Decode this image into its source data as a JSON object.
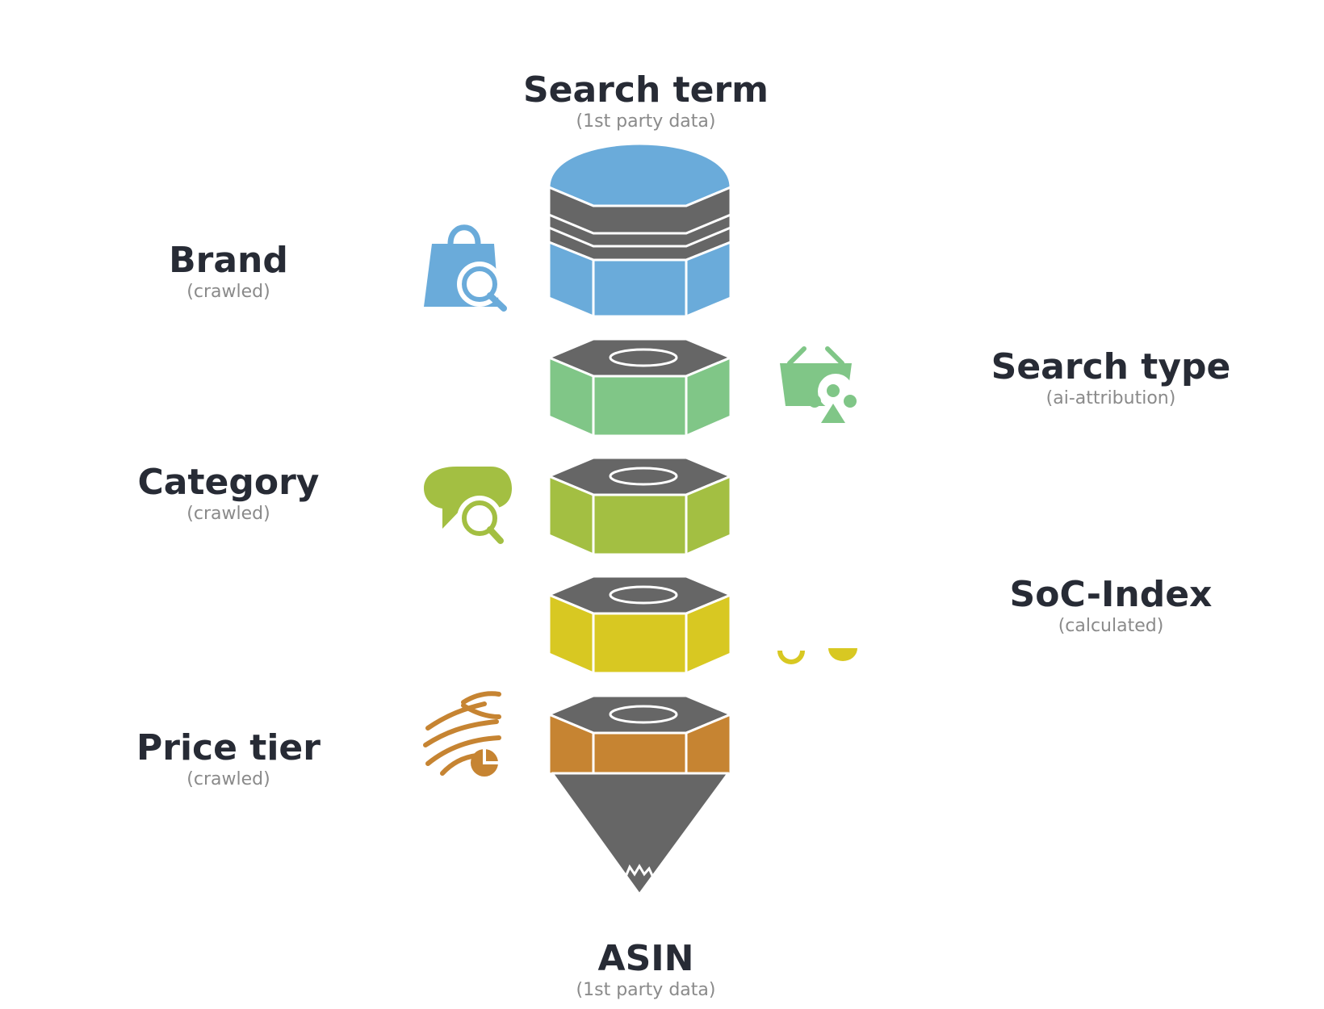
{
  "colors": {
    "band": "#666666",
    "outline": "#ffffff",
    "title_text": "#272b35",
    "subtitle_text": "#8a8a8a"
  },
  "top": {
    "title": "Search term",
    "subtitle": "(1st party data)",
    "color": "#6aabda"
  },
  "bottom": {
    "title": "ASIN",
    "subtitle": "(1st party data)",
    "color": "#666666"
  },
  "layers": [
    {
      "title": "Search type",
      "subtitle": "(ai-attribution)",
      "color": "#80c687",
      "icon": "shopping-basket-people-icon"
    },
    {
      "title": "Category",
      "subtitle": "(crawled)",
      "color": "#a3bf42",
      "icon": "chat-bubble-search-icon"
    },
    {
      "title": "SoC-Index",
      "subtitle": "(calculated)",
      "color": "#d8c822",
      "icon": "partial-clipped-icon"
    },
    {
      "title": "Price tier",
      "subtitle": "(crawled)",
      "color": "#c68432",
      "icon": "flow-lines-pie-icon"
    }
  ],
  "brand": {
    "title": "Brand",
    "subtitle": "(crawled)",
    "icon": "shopping-bag-search-icon"
  }
}
